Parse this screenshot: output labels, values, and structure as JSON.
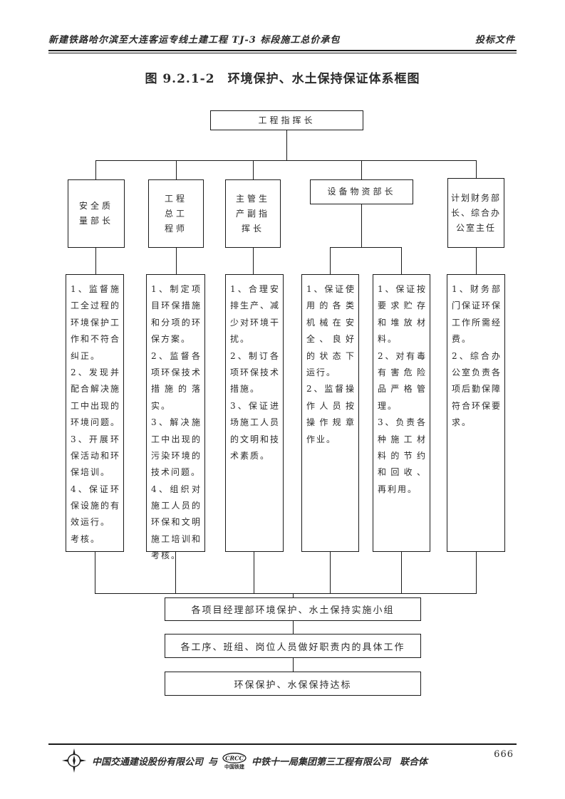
{
  "colors": {
    "ink": "#2b2b2b",
    "line": "#1a1a1a",
    "paper": "#ffffff"
  },
  "header": {
    "left": "新建铁路哈尔滨至大连客运专线土建工程 TJ-3 标段施工总价承包",
    "right": "投标文件"
  },
  "title": "图 9.2.1-2　环境保护、水土保持保证体系框图",
  "chart": {
    "root": "工程指挥长",
    "level2": [
      {
        "label": "安全质量部长"
      },
      {
        "label": "工程总工程师"
      },
      {
        "label": "主管生产副指挥长"
      },
      {
        "label": "设备物资部长"
      },
      {
        "label": "计划财务部长、综合办公室主任"
      }
    ],
    "duties": [
      {
        "items": [
          "1、监督施工全过程的环境保护工作和不符合纠正。",
          "2、发现并配合解决施工中出现的环境问题。",
          "3、开展环保活动和环保培训。",
          "4、保证环保设施的有效运行。",
          "考核。"
        ]
      },
      {
        "items": [
          "1、制定项目环保措施和分项的环保方案。",
          "2、监督各项环保技术措施的落实。",
          "3、解决施工中出现的污染环境的技术问题。",
          "4、组织对施工人员的环保和文明施工培训和考核。"
        ]
      },
      {
        "items": [
          "1、合理安排生产、减少对环境干扰。",
          "2、制订各项环保技术措施。",
          "3、保证进场施工人员的文明和技术素质。"
        ]
      },
      {
        "items": [
          "1、保证使用的各类机械在安全、良好的状态下运行。",
          "2、监督操作人员按操作规章作业。"
        ]
      },
      {
        "items": [
          "1、保证按要求贮存和堆放材料。",
          "2、对有毒有害危险品严格管理。",
          "3、负责各种施工材料的节约和回收、再利用。"
        ]
      },
      {
        "items": [
          "1、财务部门保证环保工作所需经费。",
          "2、综合办公室负责各项后勤保障符合环保要求。"
        ]
      }
    ],
    "bottom": [
      "各项目经理部环境保护、水土保持实施小组",
      "各工序、班组、岗位人员做好职责内的具体工作",
      "环保保护、水保保持达标"
    ]
  },
  "footer": {
    "company_a": "中国交通建设股份有限公司",
    "joiner": "与",
    "crcc_caption": "中国铁建",
    "company_b": "中铁十一局集团第三工程有限公司",
    "suffix": "联合体",
    "page_number": "666"
  },
  "icons": {
    "left_logo": "cccc-compass-logo",
    "right_logo": "crcc-oval-logo"
  }
}
